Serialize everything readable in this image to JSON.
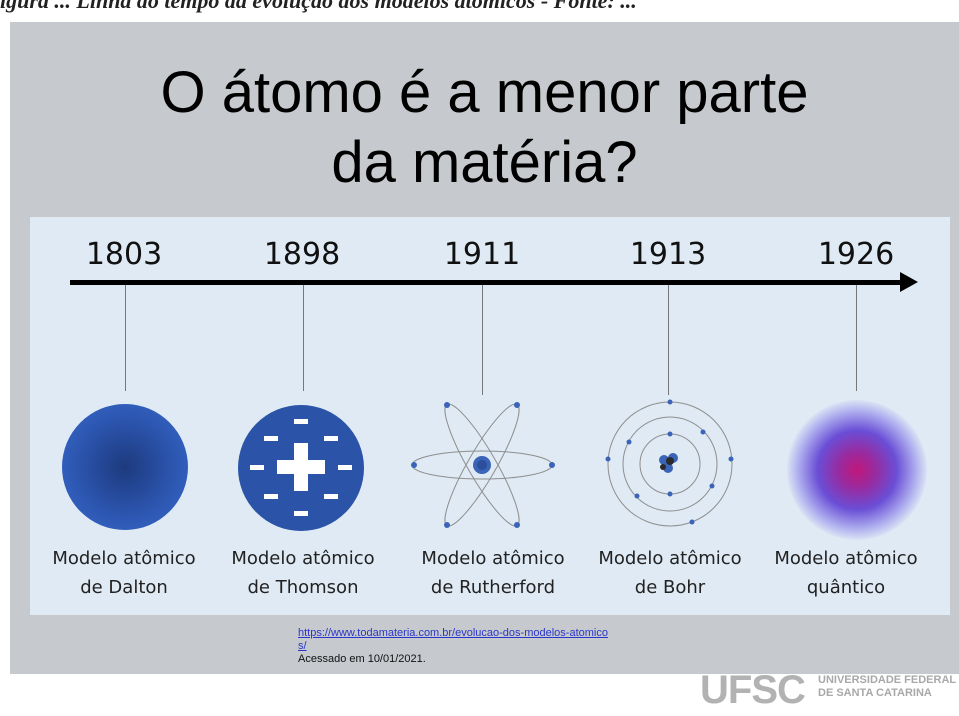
{
  "header_fragment": "igura ... Linha do tempo da evolução dos modelos atômicos - Fonte: ...",
  "slide": {
    "title_line1": "O átomo é a menor parte",
    "title_line2": "da matéria?"
  },
  "timeline": {
    "events": [
      {
        "year": "1803",
        "label_line1": "Modelo atômico",
        "label_line2": "de Dalton"
      },
      {
        "year": "1898",
        "label_line1": "Modelo atômico",
        "label_line2": "de Thomson"
      },
      {
        "year": "1911",
        "label_line1": "Modelo atômico",
        "label_line2": "de Rutherford"
      },
      {
        "year": "1913",
        "label_line1": "Modelo atômico",
        "label_line2": "de Bohr"
      },
      {
        "year": "1926",
        "label_line1": "Modelo atômico",
        "label_line2": "quântico"
      }
    ]
  },
  "source": {
    "url_line1": "https://www.todamateria.com.br/evolucao-dos-modelos-atomico",
    "url_line2": "s/",
    "accessed": "Acessado  em 10/01/2021."
  },
  "logo": {
    "mark": "UFSC",
    "line1": "UNIVERSIDADE FEDERAL",
    "line2": "DE SANTA CATARINA"
  },
  "colors": {
    "slide_bg": "#c6c9cd",
    "panel_bg": "#dfeaf4",
    "atom_blue": "#2b54a8",
    "link": "#2a36c9"
  }
}
